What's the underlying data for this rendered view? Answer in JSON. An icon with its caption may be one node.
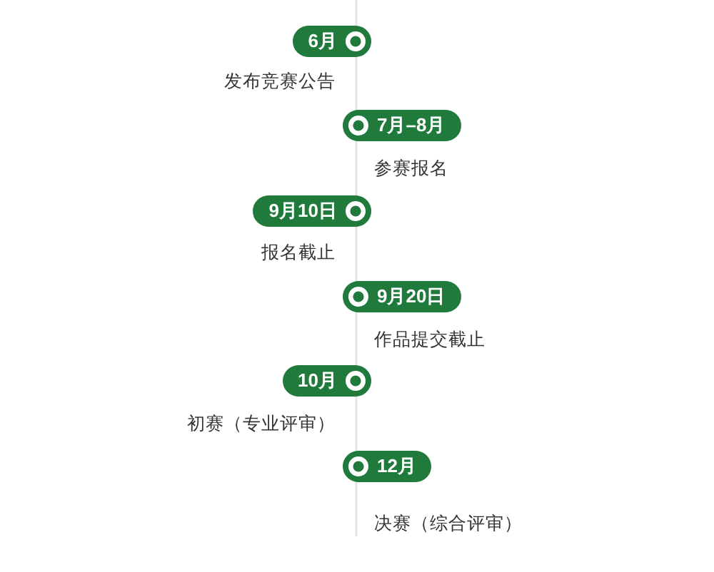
{
  "diagram": {
    "nodes": [
      {
        "text": [
          "6月"
        ],
        "beside": [
          "发布竞赛公告"
        ]
      },
      {
        "text": [
          "7月–8月"
        ],
        "beside": [
          "参赛报名"
        ]
      },
      {
        "text": [
          "9月10日"
        ],
        "beside": [
          "报名截止"
        ]
      },
      {
        "text": [
          "9月20日"
        ],
        "beside": [
          "作品提交截止"
        ]
      },
      {
        "text": [
          "10月"
        ],
        "beside": [
          "初赛（专业评审）"
        ]
      },
      {
        "text": [
          "12月"
        ],
        "beside": [
          "决赛（综合评审）"
        ]
      }
    ]
  }
}
